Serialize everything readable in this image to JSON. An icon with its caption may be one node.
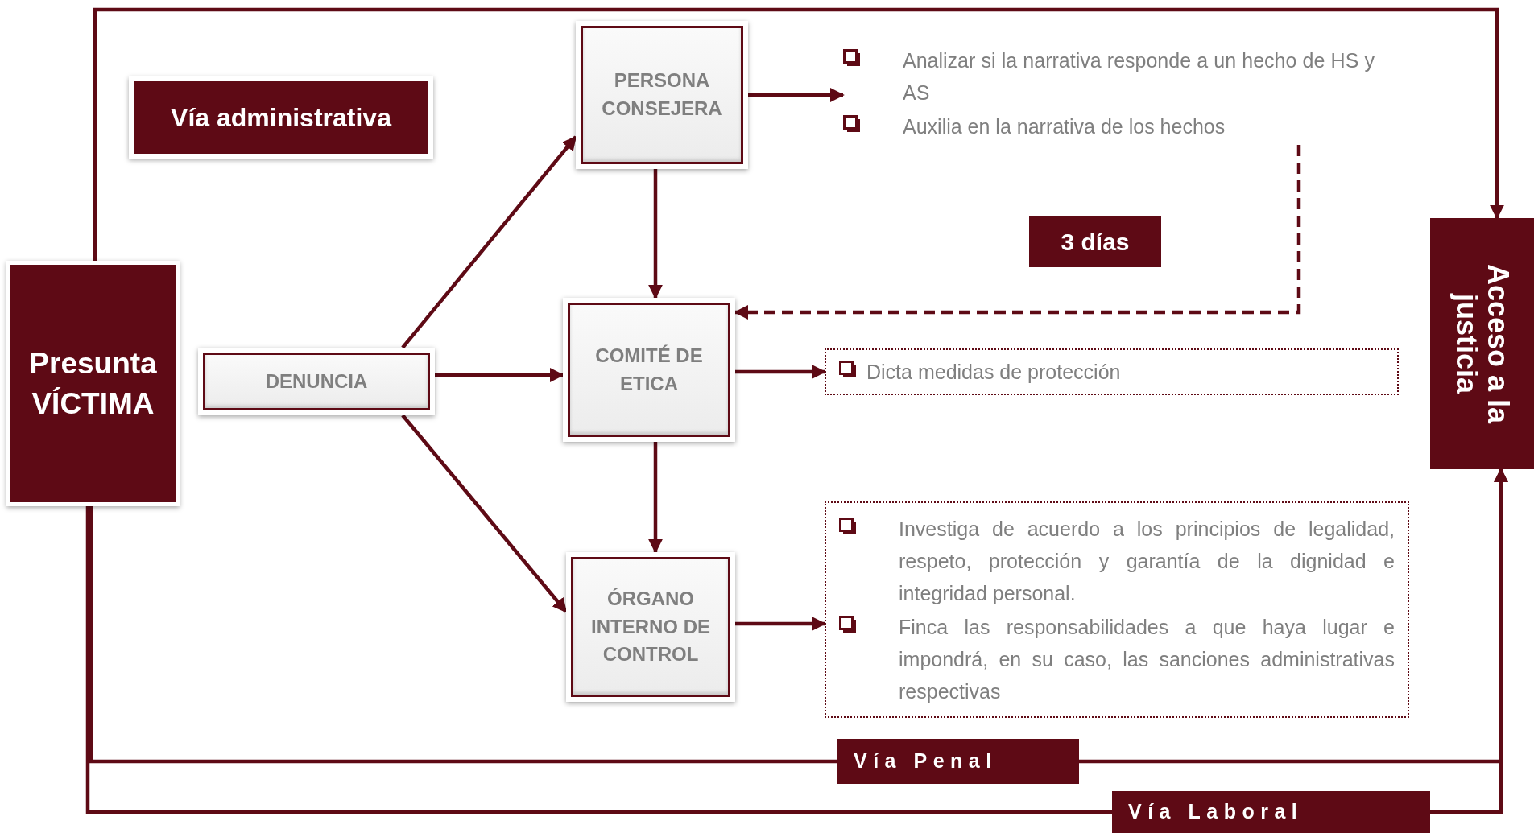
{
  "diagram": {
    "nodes": [
      {
        "text": [
          "Presunta VÍCTIMA"
        ]
      },
      {
        "text": [
          "Vía administrativa"
        ]
      },
      {
        "text": [
          "DENUNCIA"
        ]
      },
      {
        "text": [
          "PERSONA CONSEJERA"
        ]
      },
      {
        "text": [
          "COMITÉ DE ETICA"
        ]
      },
      {
        "text": [
          "ÓRGANO INTERNO DE CONTROL"
        ]
      },
      {
        "text": [
          "Analizar si la narrativa responde a un hecho de HS y AS",
          "Auxilia en la  narrativa de los hechos"
        ]
      },
      {
        "text": [
          "Dicta medidas de protección"
        ]
      },
      {
        "text": [
          "Investiga de acuerdo a los principios de legalidad, respeto, protección y garantía de la dignidad e integridad personal.",
          "Finca las responsabilidades a que haya lugar e impondrá, en su caso, las sanciones administrativas respectivas"
        ]
      },
      {
        "text": [
          "Acceso a la justicia"
        ]
      },
      {
        "text": [
          "Vía Penal"
        ]
      },
      {
        "text": [
          "Vía Laboral"
        ]
      }
    ],
    "edges": [
      {
        "from": 0,
        "to": 9,
        "arrow": "to"
      },
      {
        "from": 2,
        "to": 3,
        "arrow": "to"
      },
      {
        "from": 2,
        "to": 4,
        "arrow": "to"
      },
      {
        "from": 2,
        "to": 5,
        "arrow": "to"
      },
      {
        "from": 3,
        "to": 4,
        "arrow": "to"
      },
      {
        "from": 4,
        "to": 5,
        "arrow": "to"
      },
      {
        "from": 3,
        "to": 6,
        "arrow": "to"
      },
      {
        "from": 4,
        "to": 7,
        "arrow": "to"
      },
      {
        "from": 5,
        "to": 8,
        "arrow": "to"
      },
      {
        "from": 6,
        "to": 4,
        "arrow": "to",
        "style": "dashed",
        "label": "3 días"
      },
      {
        "from": 0,
        "to": 10,
        "arrow": "none"
      },
      {
        "from": 10,
        "to": 9,
        "arrow": "to"
      },
      {
        "from": 0,
        "to": 11,
        "arrow": "none"
      },
      {
        "from": 11,
        "to": 9,
        "arrow": "to"
      }
    ]
  }
}
